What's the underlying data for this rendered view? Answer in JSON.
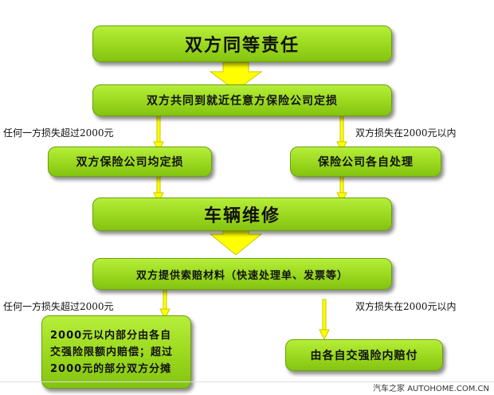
{
  "boxes": {
    "top": "双方同等责任",
    "joint_assess": "双方共同到就近任意方保险公司定损",
    "both_assess": "双方保险公司均定损",
    "self_handle": "保险公司各自处理",
    "repair": "车辆维修",
    "materials": "双方提供索赔材料（快速处理单、发票等）",
    "split_detail": "2000元以内部分由各自交强险限额内赔偿；超过2000元的部分双方分摊",
    "self_pay": "由各自交强险内赔付"
  },
  "labels": {
    "over_left_1": "任何一方损失超过2000元",
    "within_right_1": "双方损失在2000元以内",
    "over_left_2": "任何一方损失超过2000元",
    "within_right_2": "双方损失在2000元以内"
  },
  "footer": "汽车之家  AUTOHOME.COM.CN",
  "colors": {
    "box_fill": "#9ad81e",
    "box_border": "#6aa10c",
    "arrow_fill": "#ffff00",
    "arrow_stroke": "#c8c800"
  }
}
